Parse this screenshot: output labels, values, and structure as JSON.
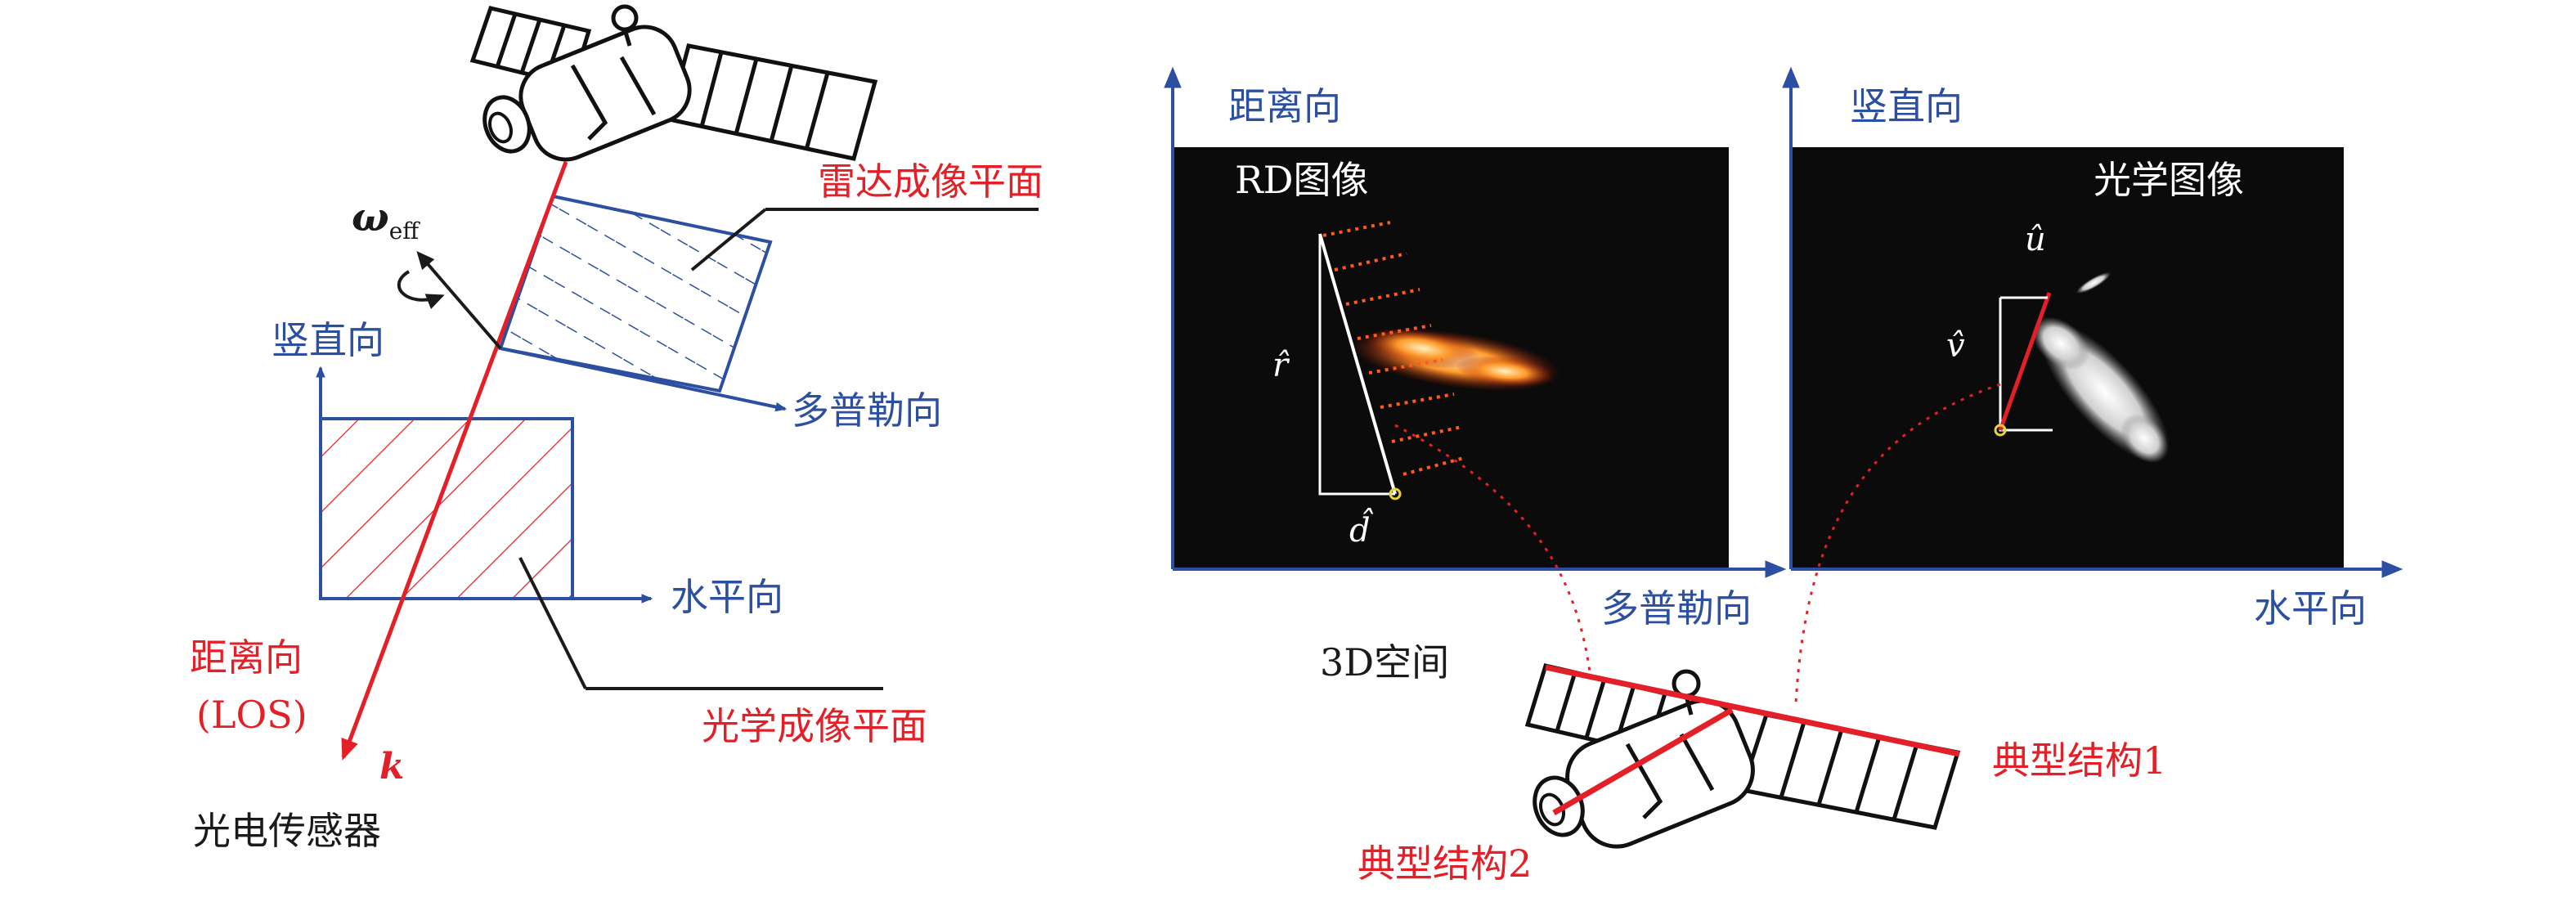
{
  "left_diagram": {
    "radar_plane": "雷达成像平面",
    "omega_symbol": "ω",
    "omega_sub": "eff",
    "vertical_axis": "竖直向",
    "doppler_axis": "多普勒向",
    "horizontal_axis": "水平向",
    "range_axis": "距离向",
    "los": "(LOS)",
    "k_vector": "k",
    "sensor": "光电传感器",
    "optical_plane": "光学成像平面"
  },
  "rd_panel": {
    "y_axis": "距离向",
    "x_axis": "多普勒向",
    "title": "RD图像",
    "r_hat": "r̂",
    "d_hat": "d̂"
  },
  "optical_panel": {
    "y_axis": "竖直向",
    "x_axis": "水平向",
    "title": "光学图像",
    "u_hat": "û",
    "v_hat": "v̂"
  },
  "space": {
    "label": "3D空间",
    "struct1": "典型结构1",
    "struct2": "典型结构2"
  },
  "colors": {
    "red": "#e32027",
    "blue": "#2c4fa1",
    "black": "#1a1a1a",
    "panel_bg": "#0b0b0b"
  }
}
